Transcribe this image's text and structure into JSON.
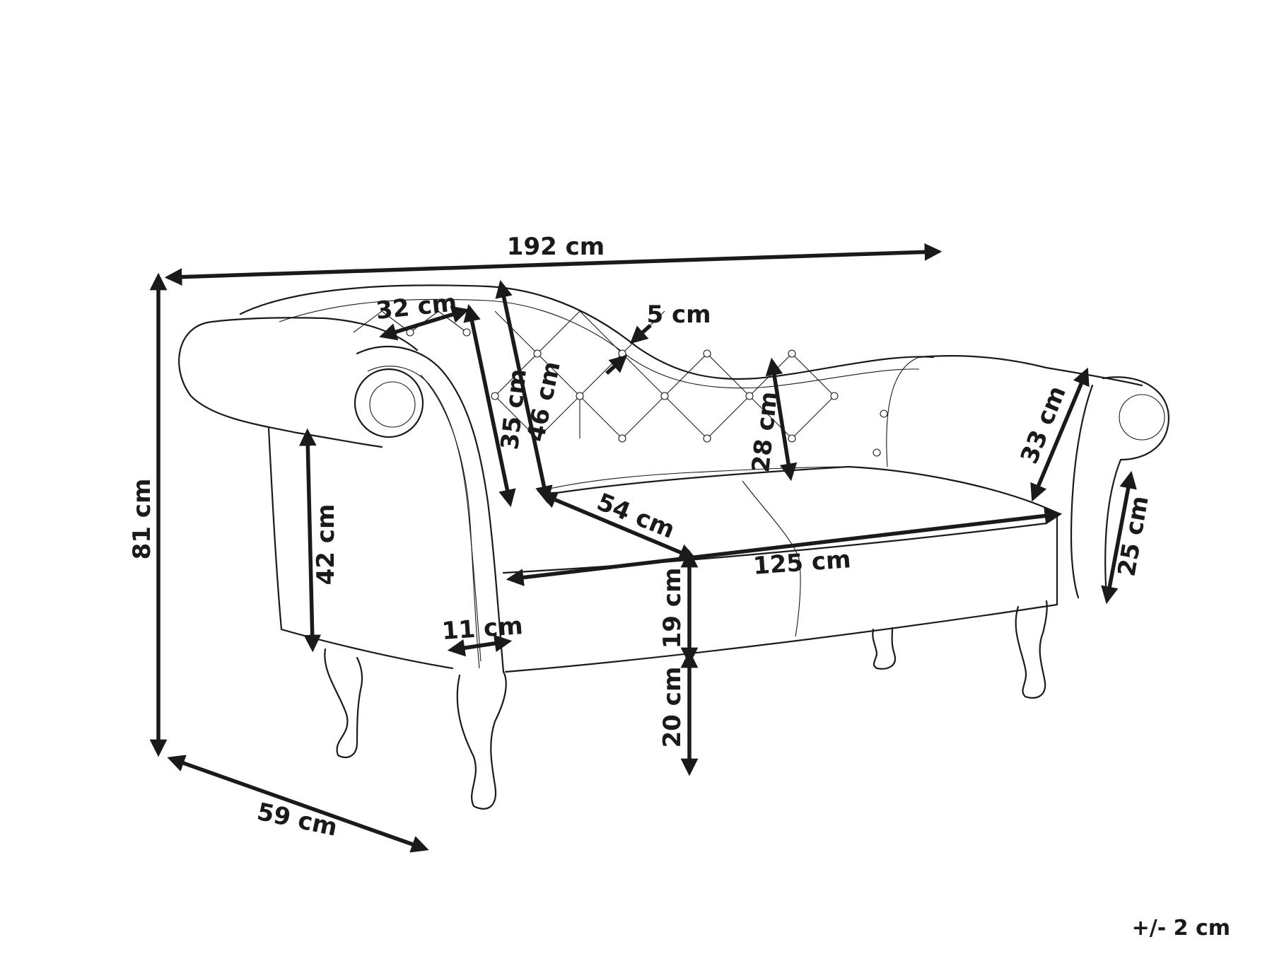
{
  "diagram": {
    "subject": "chaise-longue-sofa",
    "colors": {
      "line": "#1a1a1a",
      "background": "#ffffff"
    },
    "dimensions": {
      "total_width": "192 cm",
      "total_height": "81 cm",
      "depth": "59 cm",
      "backrest_top_depth": "32 cm",
      "backrest_height_low": "35 cm",
      "backrest_height_high": "46 cm",
      "backrest_thickness": "5 cm",
      "backrest_height_right": "28 cm",
      "right_arm_height": "33 cm",
      "right_arm_front_height": "25 cm",
      "left_arm_height": "42 cm",
      "seat_depth": "54 cm",
      "seat_width": "125 cm",
      "seat_thickness": "19 cm",
      "leg_height": "20 cm",
      "arm_width": "11 cm"
    },
    "tolerance": "+/- 2 cm"
  }
}
